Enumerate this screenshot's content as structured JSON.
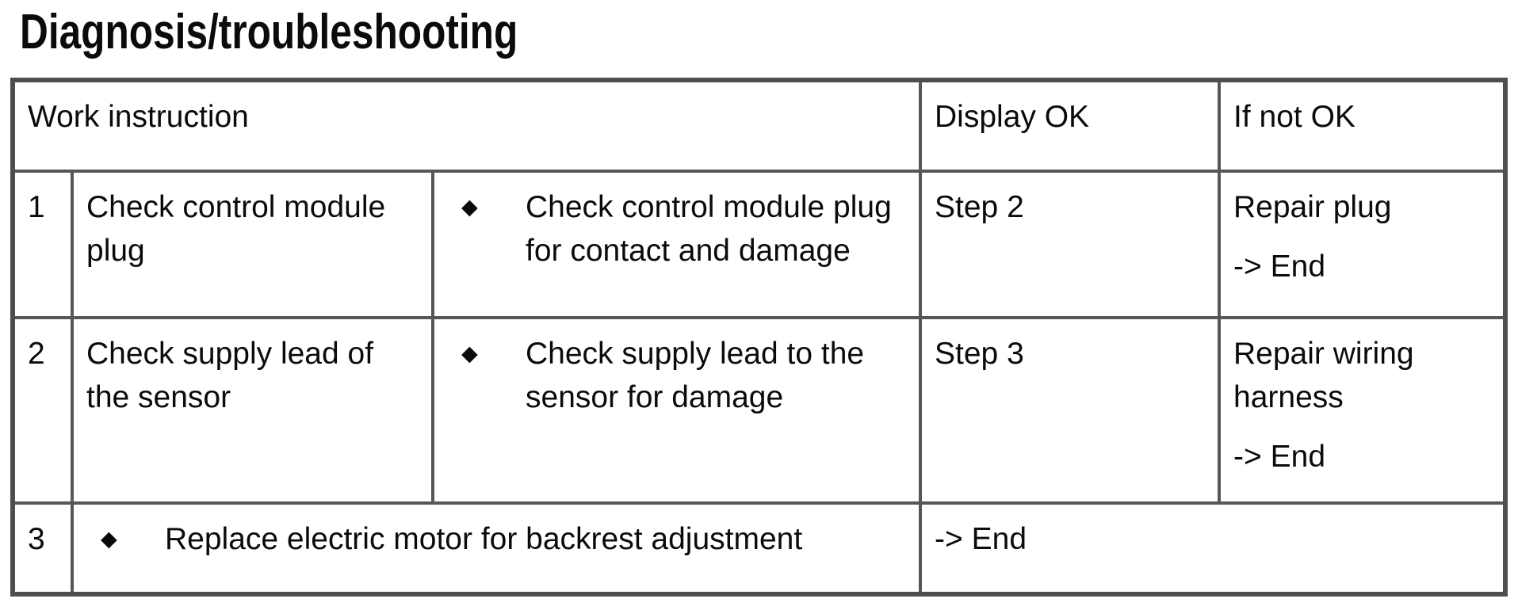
{
  "page": {
    "title": "Diagnosis/troubleshooting"
  },
  "colors": {
    "outer_border": "#4d4e51",
    "inner_border": "#565759",
    "text": "#0b0b0b",
    "background": "#ffffff"
  },
  "icons": {
    "bullet": "◆"
  },
  "table": {
    "headers": {
      "work_instruction": "Work instruction",
      "display_ok": "Display OK",
      "if_not_ok": "If not OK"
    },
    "rows": [
      {
        "num": "1",
        "task": "Check control module plug",
        "action": "Check control module plug for contact and damage",
        "display_ok": "Step 2",
        "if_not_ok": "Repair plug",
        "if_not_ok_goto": "-> End"
      },
      {
        "num": "2",
        "task": "Check supply lead of the sensor",
        "action": "Check supply lead to the sensor for damage",
        "display_ok": "Step 3",
        "if_not_ok": "Repair wiring harness",
        "if_not_ok_goto": "-> End"
      },
      {
        "num": "3",
        "action": "Replace electric motor for backrest adjustment",
        "result": "-> End"
      }
    ]
  }
}
